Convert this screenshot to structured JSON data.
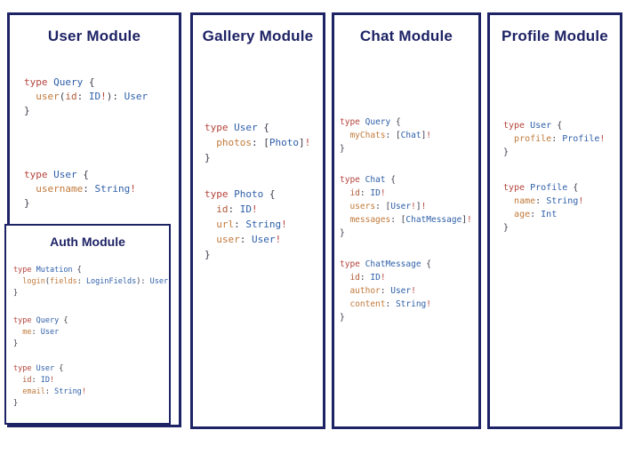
{
  "colors": {
    "border_navy": "#1e2365",
    "title_navy": "#1e2365",
    "keyword_red": "#b5443c",
    "type_blue": "#2e5fa8",
    "field_orange": "#c0793a",
    "punctuation_dark": "#3a3a4a",
    "background": "#ffffff"
  },
  "panels": [
    {
      "title": "User Module",
      "blocks": [
        [
          [
            [
              "k",
              "type"
            ],
            [
              "p",
              " "
            ],
            [
              "t",
              "Query"
            ],
            [
              "p",
              " {"
            ]
          ],
          [
            [
              "p",
              "  "
            ],
            [
              "f",
              "user"
            ],
            [
              "p",
              "("
            ],
            [
              "d",
              "id"
            ],
            [
              "p",
              ": "
            ],
            [
              "t",
              "ID"
            ],
            [
              "k",
              "!"
            ],
            [
              "p",
              "): "
            ],
            [
              "t",
              "User"
            ]
          ],
          [
            [
              "p",
              "}"
            ]
          ]
        ],
        [
          [
            [
              "k",
              "type"
            ],
            [
              "p",
              " "
            ],
            [
              "t",
              "User"
            ],
            [
              "p",
              " {"
            ]
          ],
          [
            [
              "p",
              "  "
            ],
            [
              "f",
              "username"
            ],
            [
              "p",
              ": "
            ],
            [
              "t",
              "String"
            ],
            [
              "k",
              "!"
            ]
          ],
          [
            [
              "p",
              "}"
            ]
          ]
        ]
      ]
    },
    {
      "title": "Gallery Module",
      "blocks": [
        [
          [
            [
              "k",
              "type"
            ],
            [
              "p",
              " "
            ],
            [
              "t",
              "User"
            ],
            [
              "p",
              " {"
            ]
          ],
          [
            [
              "p",
              "  "
            ],
            [
              "f",
              "photos"
            ],
            [
              "p",
              ": ["
            ],
            [
              "t",
              "Photo"
            ],
            [
              "p",
              "]"
            ],
            [
              "k",
              "!"
            ]
          ],
          [
            [
              "p",
              "}"
            ]
          ]
        ],
        [
          [
            [
              "k",
              "type"
            ],
            [
              "p",
              " "
            ],
            [
              "t",
              "Photo"
            ],
            [
              "p",
              " {"
            ]
          ],
          [
            [
              "p",
              "  "
            ],
            [
              "d",
              "id"
            ],
            [
              "p",
              ": "
            ],
            [
              "t",
              "ID"
            ],
            [
              "k",
              "!"
            ]
          ],
          [
            [
              "p",
              "  "
            ],
            [
              "f",
              "url"
            ],
            [
              "p",
              ": "
            ],
            [
              "t",
              "String"
            ],
            [
              "k",
              "!"
            ]
          ],
          [
            [
              "p",
              "  "
            ],
            [
              "f",
              "user"
            ],
            [
              "p",
              ": "
            ],
            [
              "t",
              "User"
            ],
            [
              "k",
              "!"
            ]
          ],
          [
            [
              "p",
              "}"
            ]
          ]
        ]
      ]
    },
    {
      "title": "Chat Module",
      "blocks": [
        [
          [
            [
              "k",
              "type"
            ],
            [
              "p",
              " "
            ],
            [
              "t",
              "Query"
            ],
            [
              "p",
              " {"
            ]
          ],
          [
            [
              "p",
              "  "
            ],
            [
              "f",
              "myChats"
            ],
            [
              "p",
              ": ["
            ],
            [
              "t",
              "Chat"
            ],
            [
              "p",
              "]"
            ],
            [
              "k",
              "!"
            ]
          ],
          [
            [
              "p",
              "}"
            ]
          ]
        ],
        [
          [
            [
              "k",
              "type"
            ],
            [
              "p",
              " "
            ],
            [
              "t",
              "Chat"
            ],
            [
              "p",
              " {"
            ]
          ],
          [
            [
              "p",
              "  "
            ],
            [
              "d",
              "id"
            ],
            [
              "p",
              ": "
            ],
            [
              "t",
              "ID"
            ],
            [
              "k",
              "!"
            ]
          ],
          [
            [
              "p",
              "  "
            ],
            [
              "f",
              "users"
            ],
            [
              "p",
              ": ["
            ],
            [
              "t",
              "User"
            ],
            [
              "k",
              "!"
            ],
            [
              "p",
              "]"
            ],
            [
              "k",
              "!"
            ]
          ],
          [
            [
              "p",
              "  "
            ],
            [
              "f",
              "messages"
            ],
            [
              "p",
              ": ["
            ],
            [
              "t",
              "ChatMessage"
            ],
            [
              "p",
              "]"
            ],
            [
              "k",
              "!"
            ]
          ],
          [
            [
              "p",
              "}"
            ]
          ]
        ],
        [
          [
            [
              "k",
              "type"
            ],
            [
              "p",
              " "
            ],
            [
              "t",
              "ChatMessage"
            ],
            [
              "p",
              " {"
            ]
          ],
          [
            [
              "p",
              "  "
            ],
            [
              "d",
              "id"
            ],
            [
              "p",
              ": "
            ],
            [
              "t",
              "ID"
            ],
            [
              "k",
              "!"
            ]
          ],
          [
            [
              "p",
              "  "
            ],
            [
              "f",
              "author"
            ],
            [
              "p",
              ": "
            ],
            [
              "t",
              "User"
            ],
            [
              "k",
              "!"
            ]
          ],
          [
            [
              "p",
              "  "
            ],
            [
              "f",
              "content"
            ],
            [
              "p",
              ": "
            ],
            [
              "t",
              "String"
            ],
            [
              "k",
              "!"
            ]
          ],
          [
            [
              "p",
              "}"
            ]
          ]
        ]
      ]
    },
    {
      "title": "Profile Module",
      "blocks": [
        [
          [
            [
              "k",
              "type"
            ],
            [
              "p",
              " "
            ],
            [
              "t",
              "User"
            ],
            [
              "p",
              " {"
            ]
          ],
          [
            [
              "p",
              "  "
            ],
            [
              "f",
              "profile"
            ],
            [
              "p",
              ": "
            ],
            [
              "t",
              "Profile"
            ],
            [
              "k",
              "!"
            ]
          ],
          [
            [
              "p",
              "}"
            ]
          ]
        ],
        [
          [
            [
              "k",
              "type"
            ],
            [
              "p",
              " "
            ],
            [
              "t",
              "Profile"
            ],
            [
              "p",
              " {"
            ]
          ],
          [
            [
              "p",
              "  "
            ],
            [
              "f",
              "name"
            ],
            [
              "p",
              ": "
            ],
            [
              "t",
              "String"
            ],
            [
              "k",
              "!"
            ]
          ],
          [
            [
              "p",
              "  "
            ],
            [
              "f",
              "age"
            ],
            [
              "p",
              ": "
            ],
            [
              "t",
              "Int"
            ]
          ],
          [
            [
              "p",
              "}"
            ]
          ]
        ]
      ]
    }
  ],
  "auth": {
    "title": "Auth Module",
    "blocks": [
      [
        [
          [
            "k",
            "type"
          ],
          [
            "p",
            " "
          ],
          [
            "t",
            "Mutation"
          ],
          [
            "p",
            " {"
          ]
        ],
        [
          [
            "p",
            "  "
          ],
          [
            "f",
            "login"
          ],
          [
            "p",
            "("
          ],
          [
            "f",
            "fields"
          ],
          [
            "p",
            ": "
          ],
          [
            "t",
            "LoginFields"
          ],
          [
            "p",
            "): "
          ],
          [
            "t",
            "User"
          ]
        ],
        [
          [
            "p",
            "}"
          ]
        ]
      ],
      [
        [
          [
            "k",
            "type"
          ],
          [
            "p",
            " "
          ],
          [
            "t",
            "Query"
          ],
          [
            "p",
            " {"
          ]
        ],
        [
          [
            "p",
            "  "
          ],
          [
            "f",
            "me"
          ],
          [
            "p",
            ": "
          ],
          [
            "t",
            "User"
          ]
        ],
        [
          [
            "p",
            "}"
          ]
        ]
      ],
      [
        [
          [
            "k",
            "type"
          ],
          [
            "p",
            " "
          ],
          [
            "t",
            "User"
          ],
          [
            "p",
            " {"
          ]
        ],
        [
          [
            "p",
            "  "
          ],
          [
            "d",
            "id"
          ],
          [
            "p",
            ": "
          ],
          [
            "t",
            "ID"
          ],
          [
            "k",
            "!"
          ]
        ],
        [
          [
            "p",
            "  "
          ],
          [
            "f",
            "email"
          ],
          [
            "p",
            ": "
          ],
          [
            "t",
            "String"
          ],
          [
            "k",
            "!"
          ]
        ],
        [
          [
            "p",
            "}"
          ]
        ]
      ]
    ]
  }
}
